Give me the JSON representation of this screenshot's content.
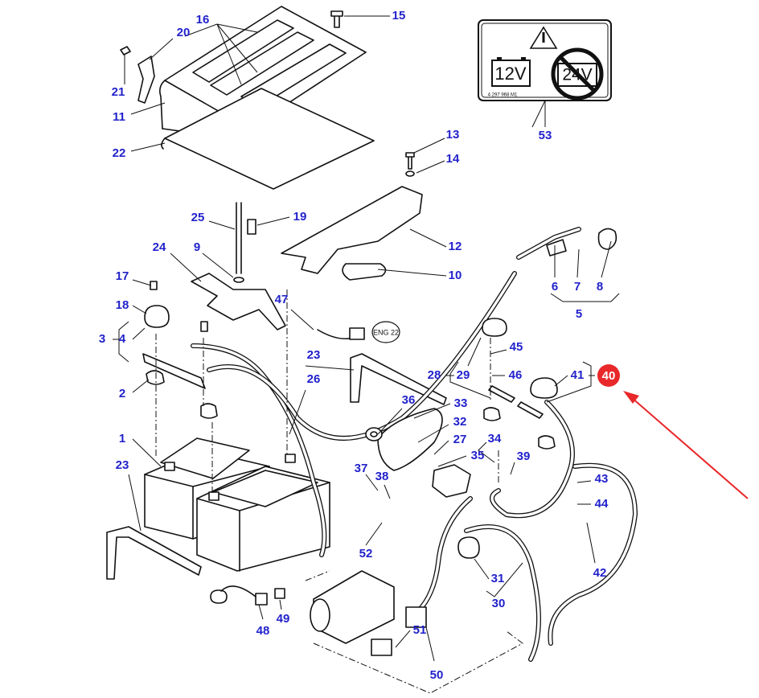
{
  "diagram": {
    "callouts": [
      "16",
      "20",
      "15",
      "21",
      "11",
      "22",
      "13",
      "14",
      "53",
      "25",
      "19",
      "12",
      "24",
      "9",
      "10",
      "17",
      "18",
      "47",
      "6",
      "7",
      "8",
      "5",
      "3",
      "4",
      "23",
      "45",
      "28",
      "29",
      "46",
      "41",
      "2",
      "26",
      "36",
      "33",
      "32",
      "27",
      "34",
      "1",
      "35",
      "39",
      "23",
      "37",
      "38",
      "43",
      "44",
      "52",
      "42",
      "31",
      "30",
      "48",
      "49",
      "51",
      "50"
    ],
    "highlighted_callout": "40",
    "connector_tag": "ENG 22",
    "warning_label": {
      "ok_voltage": "12V",
      "forbidden_voltage": "24V",
      "part_code": "4 297 968 M1"
    },
    "colors": {
      "callout": "#2222cc",
      "highlight": "#e8282a",
      "arrow": "#e8282a",
      "lines": "#111111"
    }
  }
}
